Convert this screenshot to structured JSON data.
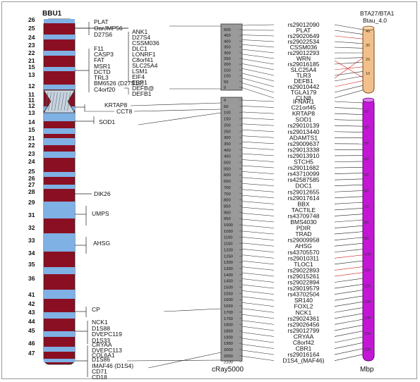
{
  "titles": {
    "left": "BBU1",
    "right_top": "BTA27/BTA1",
    "right_sub": "Btau_4.0",
    "center_bottom": "cRay5000",
    "right_bottom": "Mbp"
  },
  "colors": {
    "dark_band": "#8b0f22",
    "light_band": "#7fb1e4",
    "rh_map": "#9a9a9a",
    "bta27": "#f2c08a",
    "bta1": "#c218d6",
    "red_line": "#d42020"
  },
  "bands": [
    "26",
    "25",
    "24",
    "23",
    "22",
    "21",
    "15",
    "13",
    "12",
    "11",
    "11",
    "12",
    "13",
    "14",
    "15",
    "21",
    "22",
    "23",
    "24",
    "25",
    "26",
    "27",
    "28",
    "29",
    "31",
    "32",
    "33",
    "34",
    "35",
    "36",
    "41",
    "42",
    "43",
    "44",
    "45",
    "46",
    "47"
  ],
  "left_genes": [
    "PLAT",
    "OarJMP56",
    "D27S6",
    "ANK1",
    "D27S4",
    "CSSM036",
    "DLC1",
    "LONRF1",
    "F11",
    "CASP3",
    "FAT",
    "MSR1",
    "DCTD",
    "TRL3",
    "C8orf41",
    "SLC25A4",
    "LSM1",
    "EIF4",
    "EBP1",
    "BM6526 (D27S10)",
    "C4orf20",
    "DEFB@",
    "DEFB1",
    "KRTAP8",
    "CCT8",
    "SOD1",
    "DIK26",
    "UMPS",
    "AHSG",
    "CP",
    "NCK1",
    "D1S88",
    "DVEPC119",
    "D1S33",
    "CRYAA",
    "DVEPC113",
    "COL6A1",
    "D1S86",
    "IMAF46 (D1S4)",
    "CD71",
    "CD18"
  ],
  "rh_scale_top": [
    "500",
    "450",
    "400",
    "350",
    "300",
    "250",
    "200",
    "150",
    "100",
    "50",
    "0"
  ],
  "rh_scale_bottom": [
    "0",
    "50",
    "100",
    "150",
    "200",
    "250",
    "300",
    "350",
    "400",
    "450",
    "500",
    "550",
    "600",
    "650",
    "700",
    "750",
    "800",
    "850",
    "900",
    "950",
    "1000",
    "1050",
    "1100",
    "1150",
    "1200",
    "1250",
    "1300",
    "1350",
    "1400",
    "1450",
    "1500",
    "1550",
    "1600",
    "1650",
    "1700",
    "1750",
    "1800",
    "1850",
    "1900",
    "1950",
    "2000",
    "2050",
    "2100"
  ],
  "rh_markers_top": [
    "rs29012090",
    "PLAT",
    "rs29020649",
    "rs29022534",
    "CSSM036",
    "rs29012293",
    "WRN",
    "rs29016185",
    "SLC25A4",
    "TLR3",
    "DEFB1",
    "rs29010442",
    "TGLA179",
    "CLN8"
  ],
  "rh_markers_bottom": [
    "IFNAR1",
    "C21orf45",
    "KRTAP8",
    "SOD1",
    "rs29010139",
    "rs29013440",
    "ADAMTS1",
    "rs29009637",
    "rs29013338",
    "rs29013910",
    "STCH5",
    "rs29011682",
    "rs43710099",
    "rs42587585",
    "DOC1",
    "rs29012655",
    "rs29017614",
    "BBX",
    "TACTILE",
    "rs43709748",
    "BMS4030",
    "PDIR",
    "TRAD",
    "rs29009958",
    "AHSG",
    "rs43705570",
    "rs29010311",
    "TLOC1",
    "rs29022893",
    "rs29015261",
    "rs29022894",
    "rs29019579",
    "rs43702504",
    "SR140",
    "FOXL2",
    "NCK1",
    "rs29024361",
    "rs29026456",
    "rs29012799",
    "CRYAA",
    "C8orf42",
    "CBR1",
    "rs29016164",
    "D1S4_(MAF46)"
  ],
  "bta27_scale": [
    "40",
    "30",
    "20",
    "10"
  ],
  "bta1_scale": [
    "10",
    "20",
    "30",
    "40",
    "50",
    "60",
    "70",
    "80",
    "90",
    "100",
    "110",
    "120",
    "130",
    "140",
    "150",
    "160"
  ]
}
